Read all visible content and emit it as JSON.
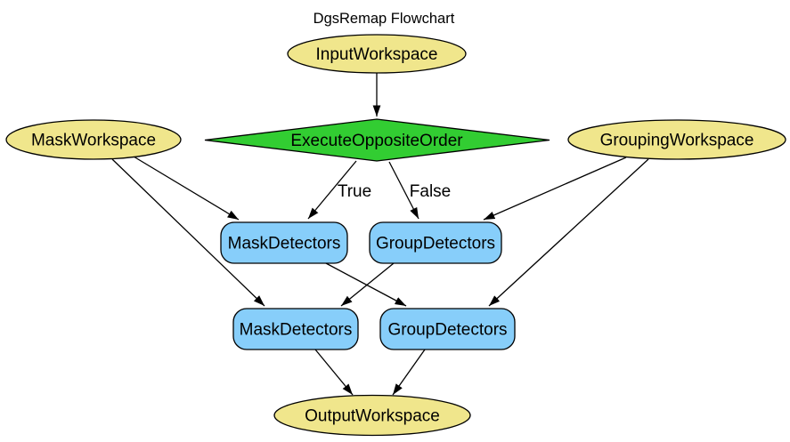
{
  "title": "DgsRemap Flowchart",
  "colors": {
    "background": "#ffffff",
    "workspace_fill": "#f0e68c",
    "decision_fill": "#32cd32",
    "algorithm_fill": "#87cefa",
    "border": "#000000",
    "edge": "#000000",
    "text": "#000000"
  },
  "nodes": {
    "input_workspace": {
      "label": "InputWorkspace",
      "type": "workspace"
    },
    "mask_workspace": {
      "label": "MaskWorkspace",
      "type": "workspace"
    },
    "execute_opposite_order": {
      "label": "ExecuteOppositeOrder",
      "type": "decision"
    },
    "grouping_workspace": {
      "label": "GroupingWorkspace",
      "type": "workspace"
    },
    "mask_detectors_1": {
      "label": "MaskDetectors",
      "type": "algorithm"
    },
    "group_detectors_1": {
      "label": "GroupDetectors",
      "type": "algorithm"
    },
    "mask_detectors_2": {
      "label": "MaskDetectors",
      "type": "algorithm"
    },
    "group_detectors_2": {
      "label": "GroupDetectors",
      "type": "algorithm"
    },
    "output_workspace": {
      "label": "OutputWorkspace",
      "type": "workspace"
    }
  },
  "edges": [
    {
      "from": "InputWorkspace",
      "to": "ExecuteOppositeOrder",
      "label": ""
    },
    {
      "from": "ExecuteOppositeOrder",
      "to": "MaskDetectors (upper)",
      "label": "True"
    },
    {
      "from": "ExecuteOppositeOrder",
      "to": "GroupDetectors (upper)",
      "label": "False"
    },
    {
      "from": "MaskWorkspace",
      "to": "MaskDetectors (upper)",
      "label": ""
    },
    {
      "from": "MaskWorkspace",
      "to": "MaskDetectors (lower)",
      "label": ""
    },
    {
      "from": "GroupingWorkspace",
      "to": "GroupDetectors (upper)",
      "label": ""
    },
    {
      "from": "GroupingWorkspace",
      "to": "GroupDetectors (lower)",
      "label": ""
    },
    {
      "from": "MaskDetectors (upper)",
      "to": "GroupDetectors (lower)",
      "label": ""
    },
    {
      "from": "GroupDetectors (upper)",
      "to": "MaskDetectors (lower)",
      "label": ""
    },
    {
      "from": "MaskDetectors (lower)",
      "to": "OutputWorkspace",
      "label": ""
    },
    {
      "from": "GroupDetectors (lower)",
      "to": "OutputWorkspace",
      "label": ""
    }
  ]
}
